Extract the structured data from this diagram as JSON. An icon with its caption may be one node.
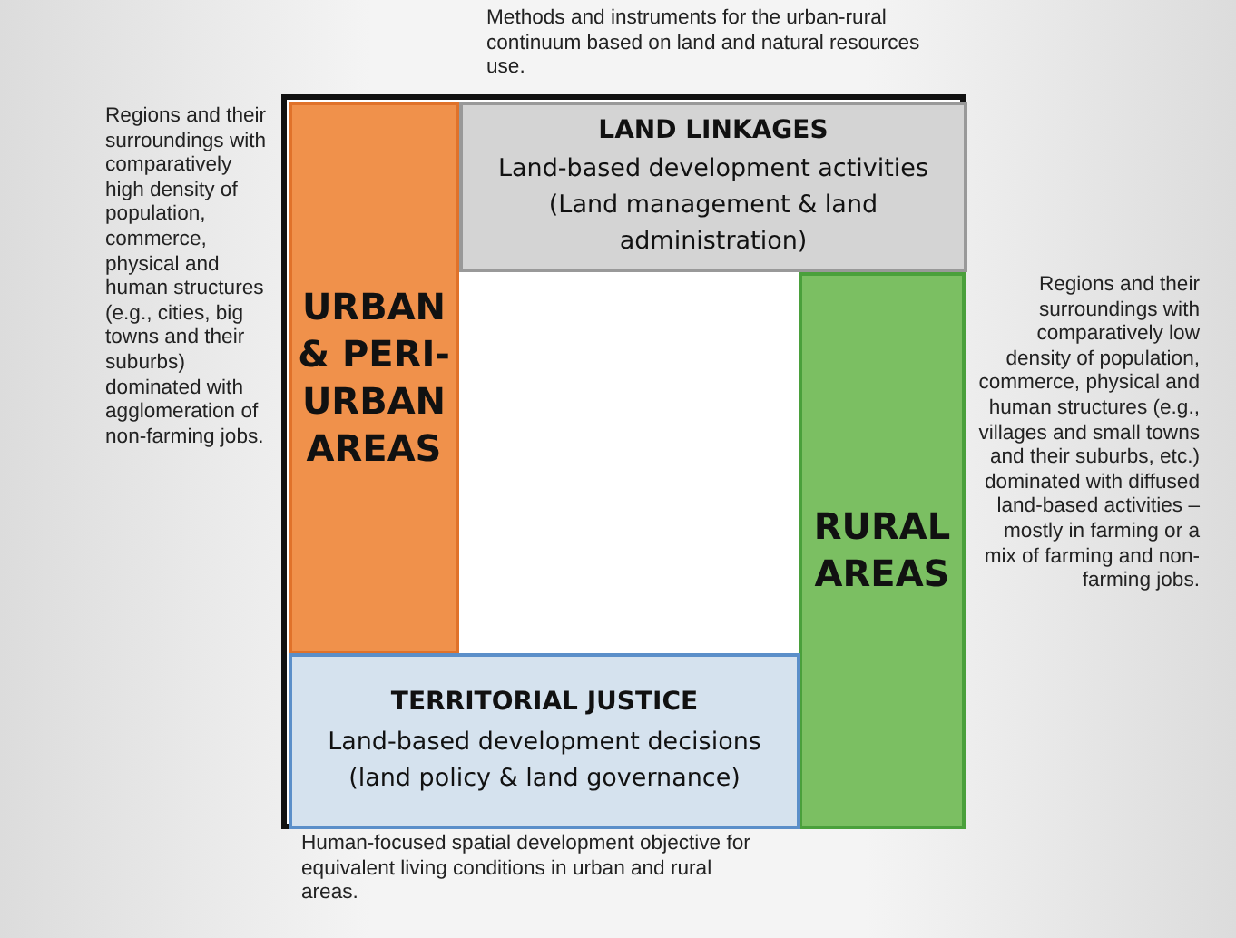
{
  "diagram": {
    "nodes": [
      {
        "text": [],
        "shape": "box"
      },
      {
        "text": [
          "LAND LINKAGES",
          "Land-based development activities (Land management & land administration)"
        ],
        "in": 0,
        "beside": [
          "Methods and instruments for the urban-rural continuum based on land and natural resources use."
        ]
      },
      {
        "text": [
          "URBAN & PERI-URBAN AREAS"
        ],
        "in": 0,
        "beside": [
          "Regions and their surroundings with comparatively high density of population, commerce, physical and human structures (e.g., cities, big towns and their suburbs) dominated with agglomeration of non-farming jobs."
        ]
      },
      {
        "text": [
          "RURAL AREAS"
        ],
        "in": 0,
        "beside": [
          "Regions and their surroundings with comparatively low density of population, commerce, physical and human structures (e.g., villages and small towns and their suburbs, etc.) dominated with diffused land-based activities – mostly in farming or a mix of farming and non-farming jobs."
        ]
      },
      {
        "text": [
          "TERRITORIAL JUSTICE",
          "Land-based development decisions (land policy & land governance)"
        ],
        "in": 0,
        "beside": [
          "Human-focused spatial development objective for equivalent living conditions in urban and rural areas."
        ]
      }
    ],
    "edges": []
  }
}
